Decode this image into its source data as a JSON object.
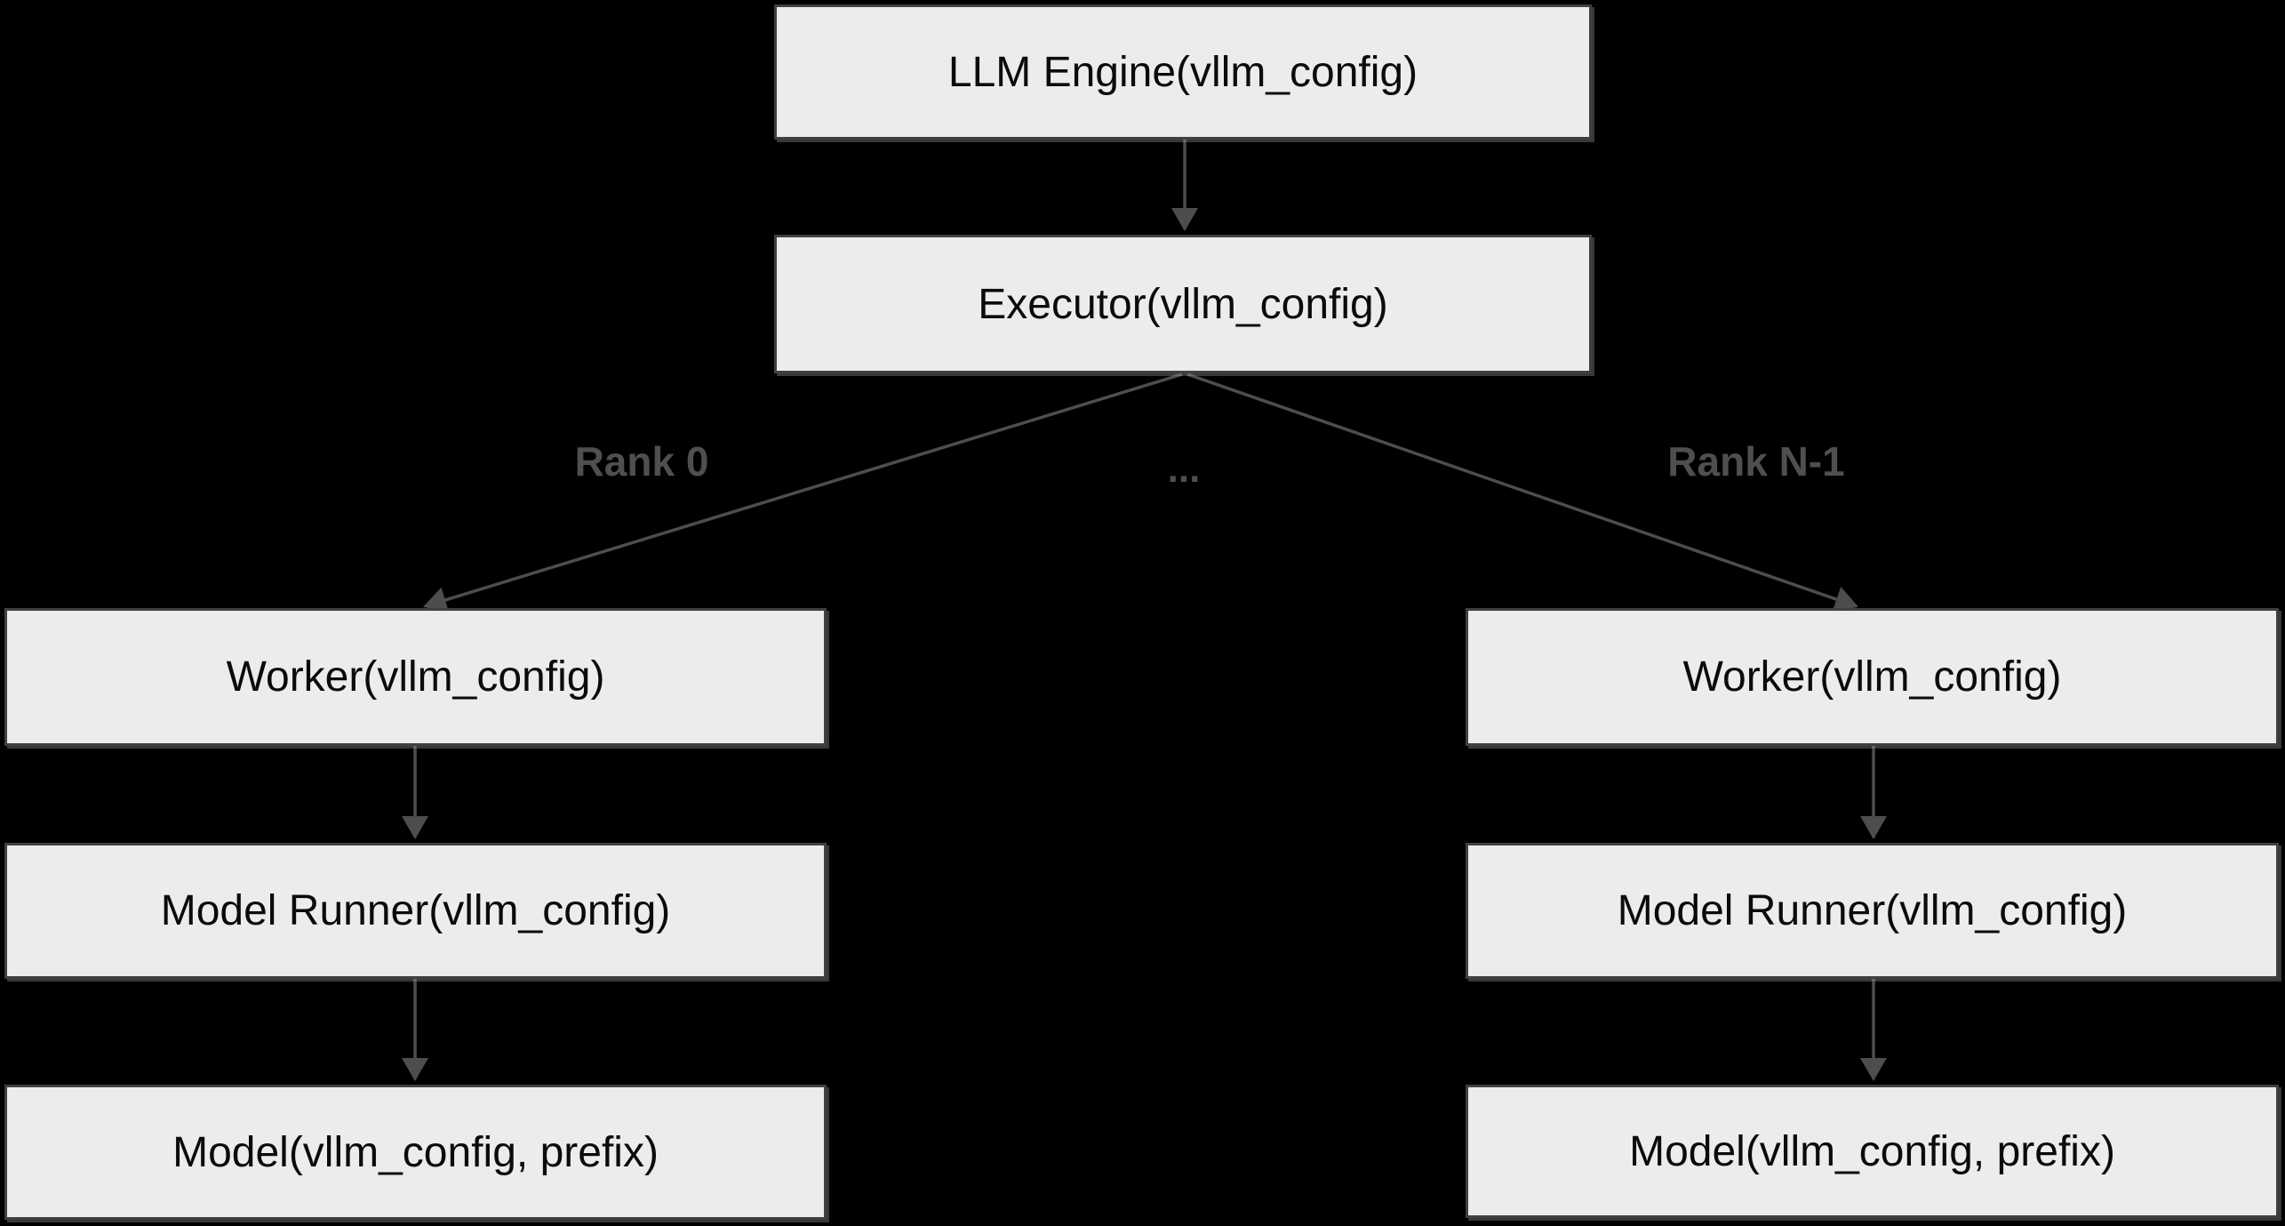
{
  "colors": {
    "background": "#000000",
    "node-fill": "#ececec",
    "node-border": "#404040",
    "node-text": "#0b0b0b",
    "edge": "#4d4d4d",
    "edge-label": "#4f4f4f"
  },
  "nodes": {
    "llm_engine": {
      "label": "LLM Engine(vllm_config)"
    },
    "executor": {
      "label": "Executor(vllm_config)"
    },
    "worker_left": {
      "label": "Worker(vllm_config)"
    },
    "model_runner_left": {
      "label": "Model Runner(vllm_config)"
    },
    "model_left": {
      "label": "Model(vllm_config, prefix)"
    },
    "worker_right": {
      "label": "Worker(vllm_config)"
    },
    "model_runner_right": {
      "label": "Model Runner(vllm_config)"
    },
    "model_right": {
      "label": "Model(vllm_config, prefix)"
    }
  },
  "edges": {
    "labels": {
      "rank0": "Rank 0",
      "ellipsis": "...",
      "rank_n_minus_1": "Rank N-1"
    }
  }
}
